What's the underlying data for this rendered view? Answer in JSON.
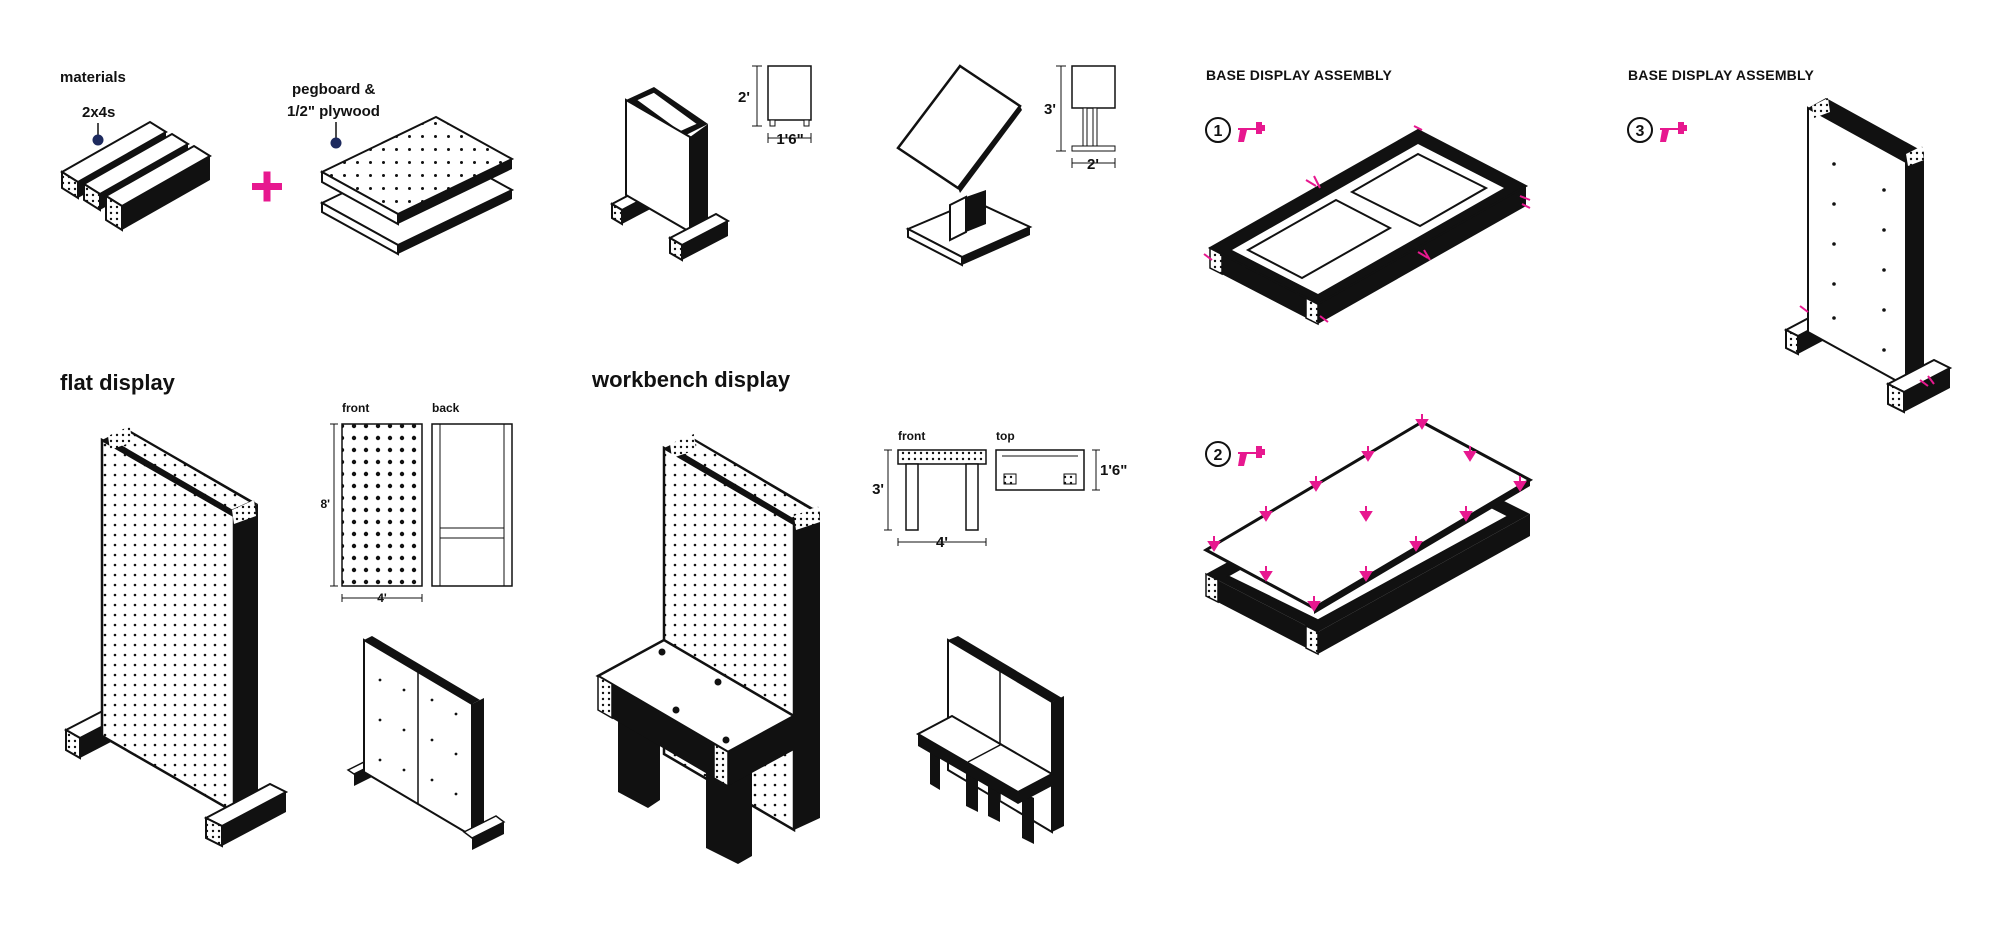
{
  "colors": {
    "ink": "#111111",
    "accent": "#e7188f",
    "marker": "#1d2a5e",
    "paper": "#ffffff"
  },
  "materials": {
    "title": "materials",
    "lumber": "2x4s",
    "sheet_line1": "pegboard &",
    "sheet_line2": "1/2\" plywood"
  },
  "display_small": {
    "height": "2'",
    "width": "1'6\""
  },
  "display_tilt": {
    "height": "3'",
    "width": "2'"
  },
  "assembly_a": {
    "title": "BASE DISPLAY ASSEMBLY",
    "step": "1"
  },
  "assembly_b": {
    "title": "BASE DISPLAY ASSEMBLY",
    "step": "3"
  },
  "assembly_c": {
    "step": "2"
  },
  "flat_display": {
    "title": "flat display",
    "front": "front",
    "back": "back",
    "height": "8'",
    "width": "4'"
  },
  "workbench_display": {
    "title": "workbench display",
    "front": "front",
    "top": "top",
    "height": "3'",
    "width": "4'",
    "depth": "1'6\""
  },
  "icons": {
    "step_tool": "drill-icon",
    "plus": "plus-icon",
    "marker": "pin-marker-icon"
  }
}
